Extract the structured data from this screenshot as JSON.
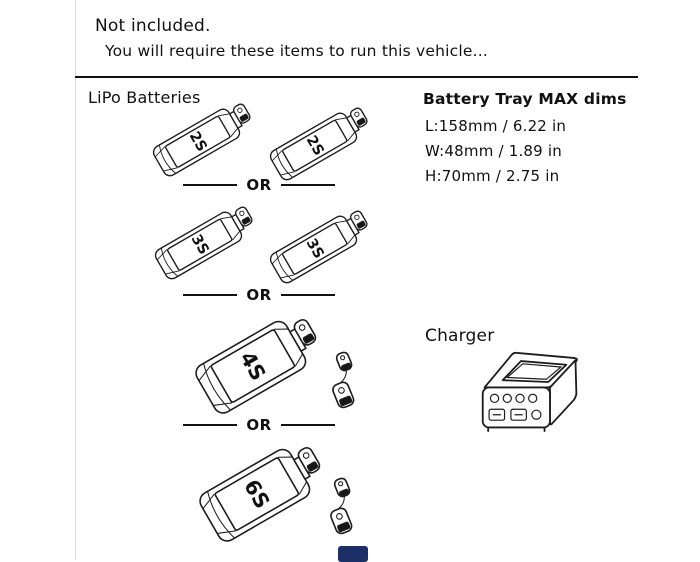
{
  "header": {
    "line1": "Not included.",
    "line2": "You will require these items to run this vehicle..."
  },
  "batteries": {
    "section_label": "LiPo Batteries",
    "or_label": "OR",
    "groups": [
      {
        "label": "2S",
        "count": 2
      },
      {
        "label": "3S",
        "count": 2
      },
      {
        "label": "4S",
        "count": 1
      },
      {
        "label": "6S",
        "count": 1
      }
    ]
  },
  "tray_dims": {
    "title": "Battery Tray MAX dims",
    "length": "L:158mm / 6.22 in",
    "width": "W:48mm / 1.89 in",
    "height": "H:70mm / 2.75 in"
  },
  "charger": {
    "label": "Charger"
  }
}
